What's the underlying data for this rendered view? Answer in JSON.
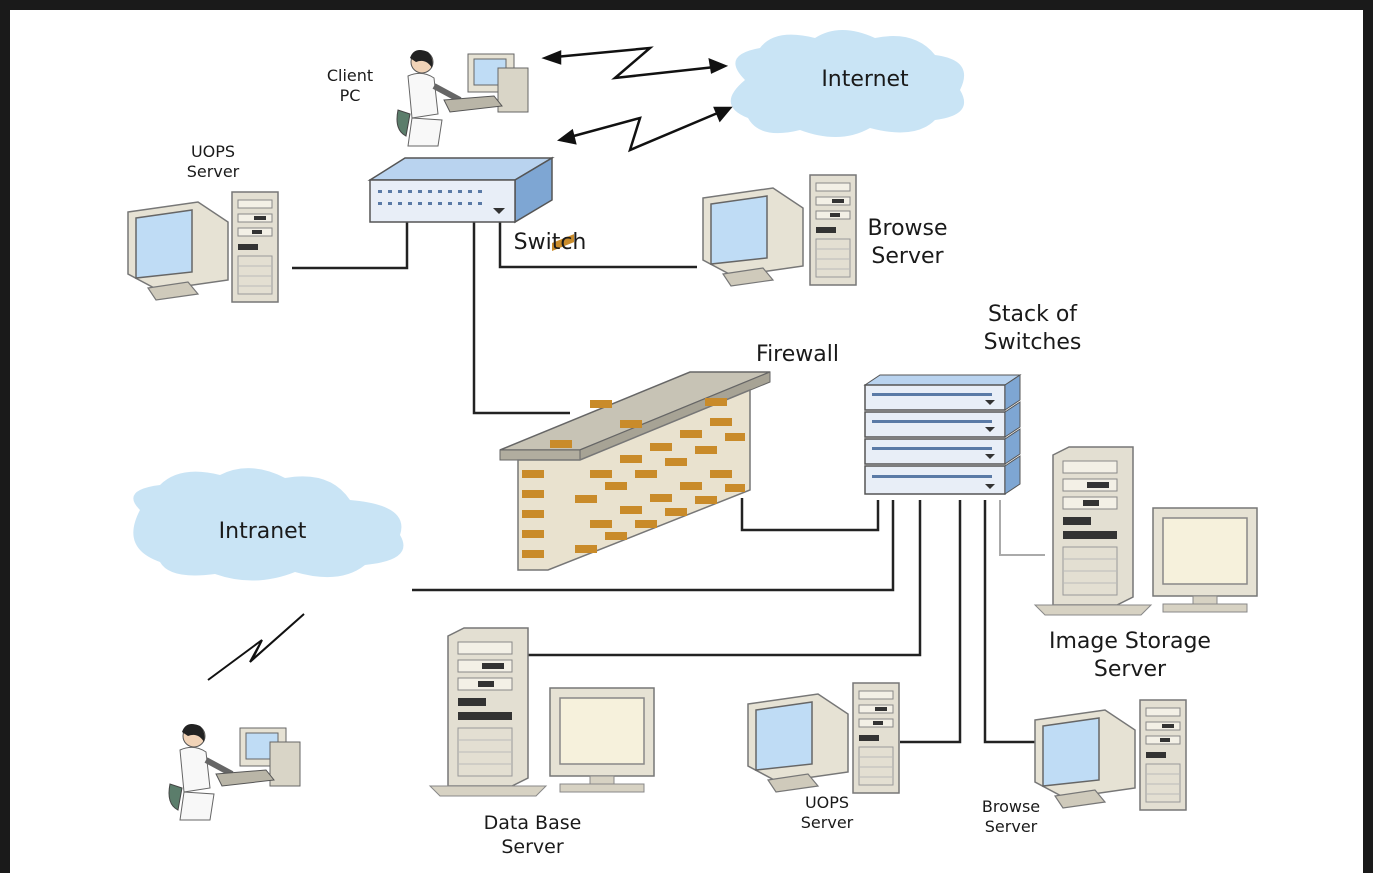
{
  "labels": {
    "client_pc": "Client\nPC",
    "internet": "Internet",
    "uops_server_top": "UOPS\nServer",
    "switch": "Switch",
    "browse_server_top": "Browse\nServer",
    "stack_of_switches": "Stack of\nSwitches",
    "firewall": "Firewall",
    "intranet": "Intranet",
    "image_storage_server": "Image Storage\nServer",
    "data_base_server": "Data Base\nServer",
    "uops_server_bottom": "UOPS\nServer",
    "browse_server_bottom": "Browse\nServer"
  },
  "icons": [
    "client-workstation-icon",
    "internet-cloud-icon",
    "intranet-cloud-icon",
    "network-switch-icon",
    "switch-stack-icon",
    "firewall-brick-wall-icon",
    "server-tower-icon",
    "crt-monitor-icon",
    "lightning-bolt-icon",
    "bidirectional-arrow-icon"
  ],
  "colors": {
    "cloud": "#c9e4f5",
    "switch_face": "#9cc2e8",
    "brick": "#c98b2a",
    "wall": "#e9e2cf",
    "monitor_screen": "#bfdcf5",
    "line": "#222222"
  }
}
